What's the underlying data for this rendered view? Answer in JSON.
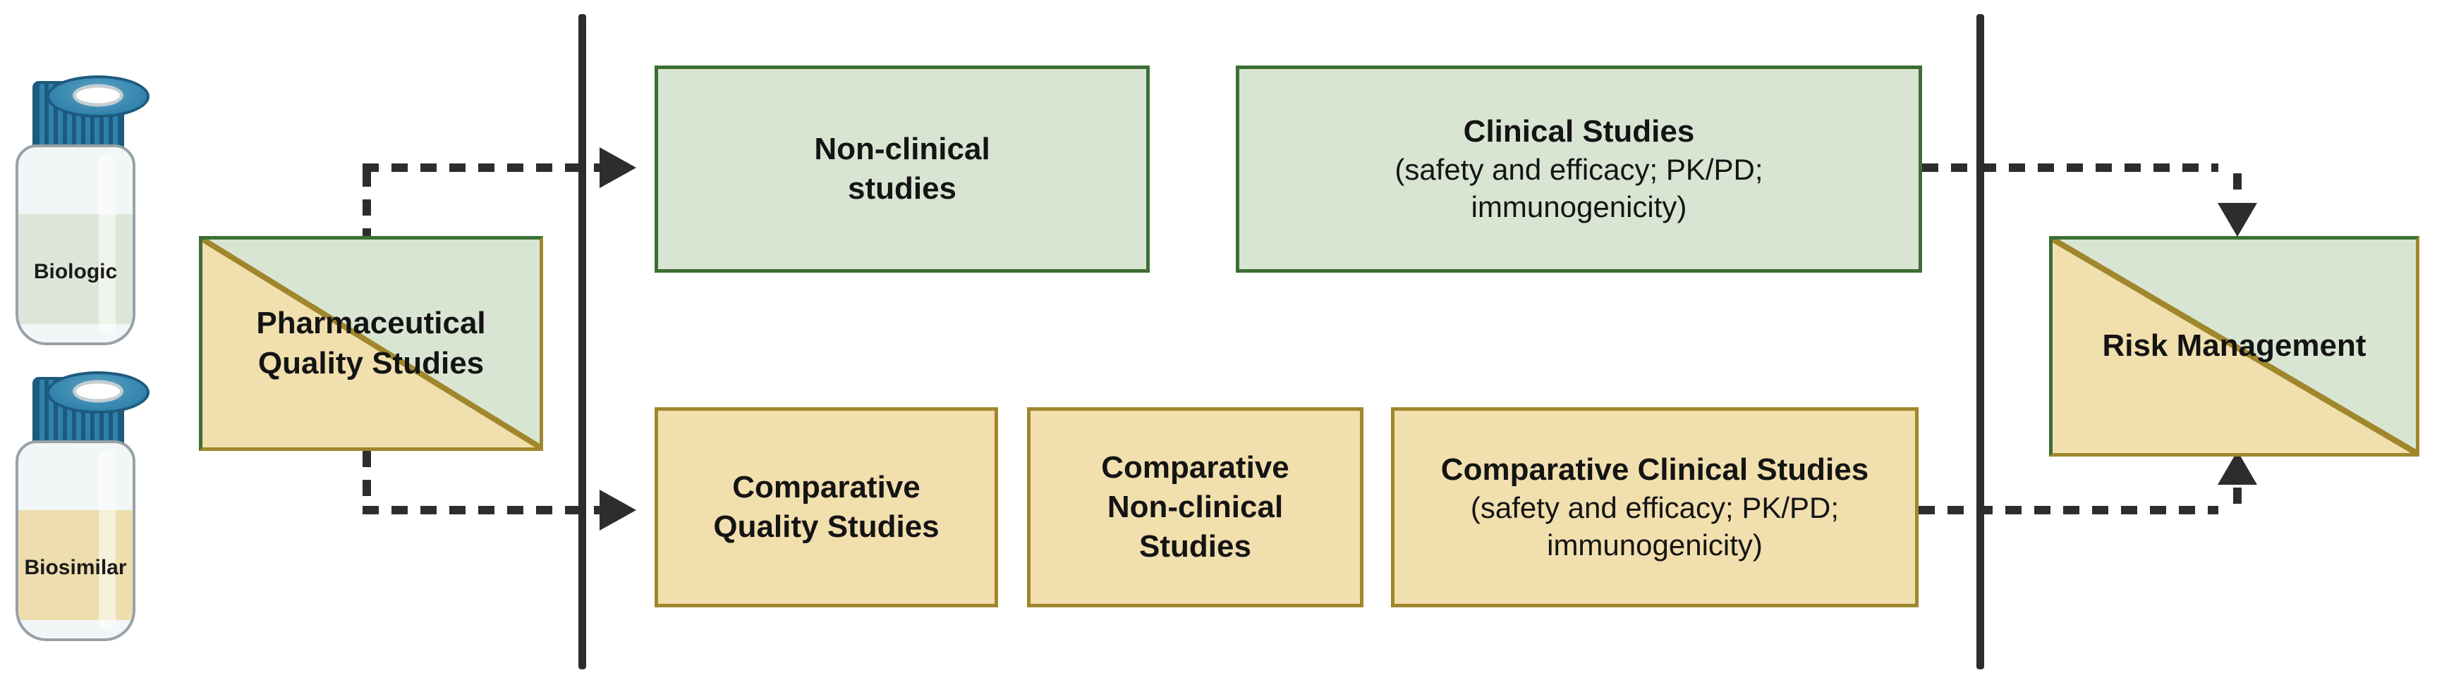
{
  "vials": {
    "biologic": {
      "label": "Biologic"
    },
    "biosimilar": {
      "label": "Biosimilar"
    }
  },
  "boxes": {
    "pharmaceutical_quality": {
      "line1": "Pharmaceutical",
      "line2": "Quality Studies"
    },
    "non_clinical": {
      "line1": "Non-clinical",
      "line2": "studies"
    },
    "clinical": {
      "title": "Clinical Studies",
      "sub1": "(safety and efficacy; PK/PD;",
      "sub2": "immunogenicity)"
    },
    "comparative_quality": {
      "line1": "Comparative",
      "line2": "Quality Studies"
    },
    "comparative_non_clinical": {
      "line1": "Comparative",
      "line2": "Non-clinical",
      "line3": "Studies"
    },
    "comparative_clinical": {
      "title": "Comparative Clinical Studies",
      "sub1": "(safety and efficacy; PK/PD;",
      "sub2": "immunogenicity)"
    },
    "risk_management": {
      "label": "Risk Management"
    }
  },
  "colors": {
    "green_fill": "#d9e5d3",
    "green_border": "#3c6e34",
    "tan_fill": "#f1dfae",
    "gold_border": "#a0872c",
    "line": "#2d2d2d",
    "text": "#141414",
    "cap_blue": "#2f81ab",
    "cap_dark": "#1d5a7e",
    "glass": "#f2f6f7",
    "glass_border": "#97a2a8",
    "biologic_liquid": "#dde6d8",
    "biosimilar_liquid": "#eeddad"
  }
}
